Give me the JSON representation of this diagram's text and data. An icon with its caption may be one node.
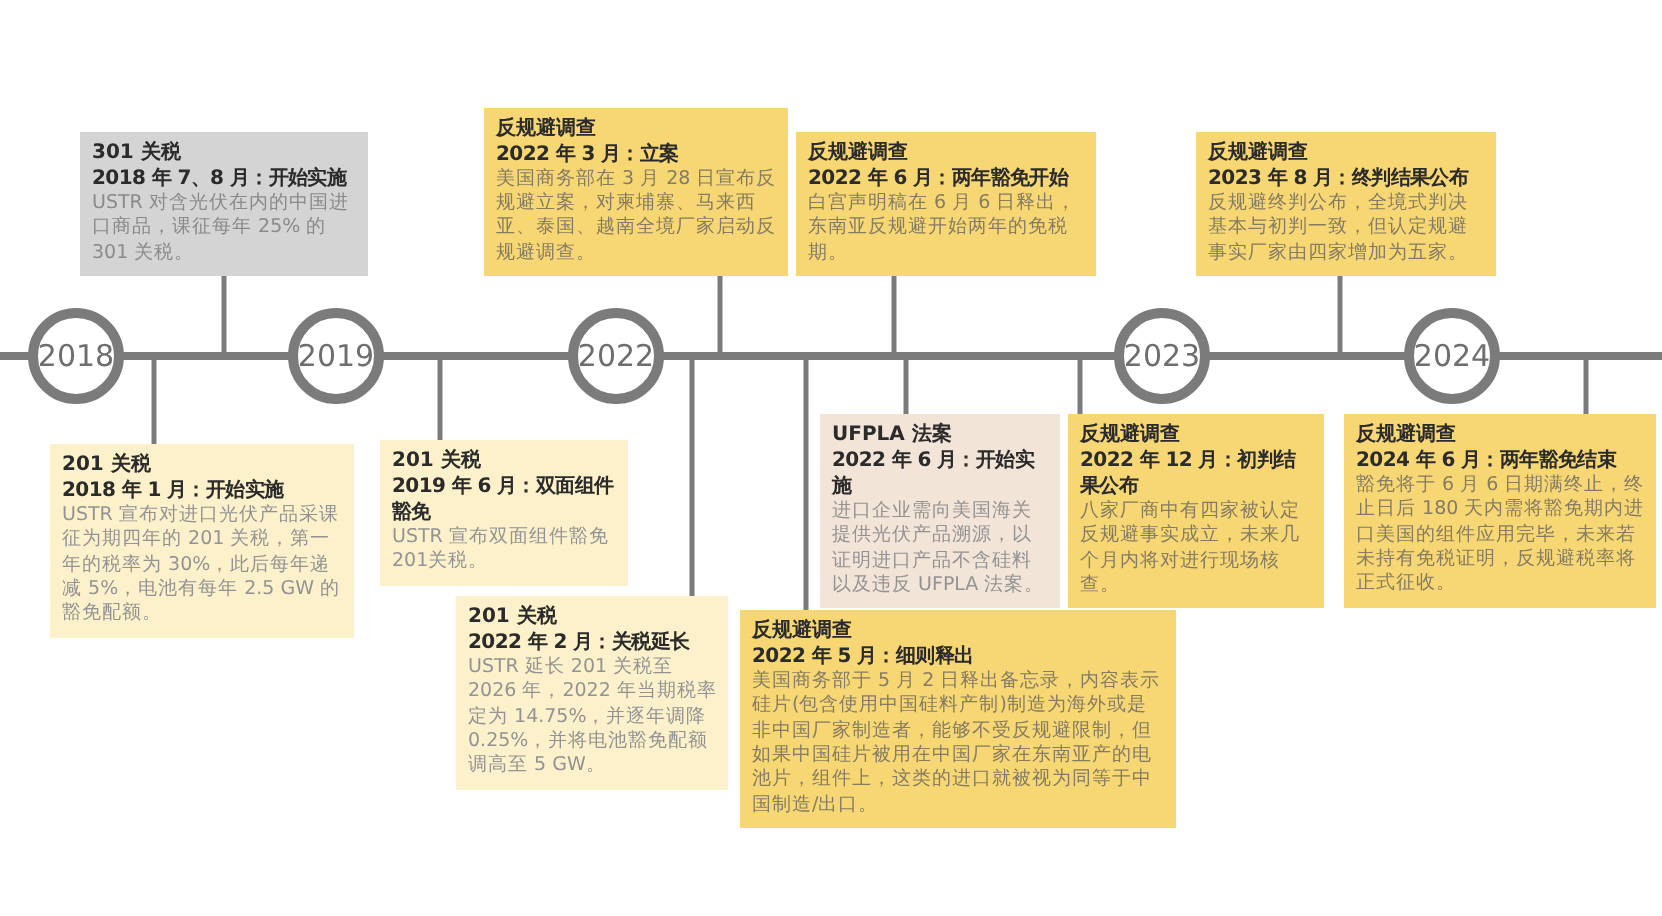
{
  "diagram": {
    "nodes": [
      {
        "text": [
          "2018"
        ]
      },
      {
        "text": [
          "2019"
        ]
      },
      {
        "text": [
          "2022"
        ]
      },
      {
        "text": [
          "2023"
        ]
      },
      {
        "text": [
          "2024"
        ]
      },
      {
        "text": [
          "301 关税",
          "2018 年 7、8 月：开始实施",
          "USTR 对含光伏在内的中国进口商品，课征每年 25% 的 301 关税。"
        ]
      },
      {
        "text": [
          "201 关税",
          "2018 年 1 月：开始实施",
          "USTR 宣布对进口光伏产品采课征为期四年的 201 关税，第一年的税率为 30%，此后每年递减 5%，电池有每年 2.5 GW 的豁免配额。"
        ]
      },
      {
        "text": [
          "201 关税",
          "2019 年 6 月：双面组件豁免",
          "USTR 宣布双面组件豁免 201关税。"
        ]
      },
      {
        "text": [
          "201 关税",
          "2022 年 2 月：关税延长",
          "USTR 延长 201 关税至 2026 年，2022 年当期税率定为 14.75%，并逐年调降 0.25%，并将电池豁免配额调高至 5 GW。"
        ]
      },
      {
        "text": [
          "反规避调查",
          "2022 年 3 月：立案",
          "美国商务部在 3 月 28 日宣布反规避立案，对柬埔寨、马来西亚、泰国、越南全境厂家启动反规避调查。"
        ]
      },
      {
        "text": [
          "反规避调查",
          "2022 年 5 月：细则释出",
          "美国商务部于 5 月 2 日释出备忘录，内容表示硅片(包含使用中国硅料产制)制造为海外或是非中国厂家制造者，能够不受反规避限制，但如果中国硅片被用在中国厂家在东南亚产的电池片，组件上，这类的进口就被视为同等于中国制造/出口。"
        ]
      },
      {
        "text": [
          "UFPLA 法案",
          "2022 年 6 月：开始实施",
          "进口企业需向美国海关提供光伏产品溯源，以证明进口产品不含硅料以及违反 UFPLA 法案。"
        ]
      },
      {
        "text": [
          "反规避调查",
          "2022 年 6 月：两年豁免开始",
          "白宫声明稿在 6 月 6 日释出，东南亚反规避开始两年的免税期。"
        ]
      },
      {
        "text": [
          "反规避调查",
          "2022 年 12 月：初判结果公布",
          "八家厂商中有四家被认定反规避事实成立，未来几个月内将对进行现场核查。"
        ]
      },
      {
        "text": [
          "反规避调查",
          "2023 年 8 月：终判结果公布",
          "反规避终判公布，全境式判决基本与初判一致，但认定规避事实厂家由四家增加为五家。"
        ]
      },
      {
        "text": [
          "反规避调查",
          "2024 年 6 月：两年豁免结束",
          "豁免将于 6 月 6 日期满终止，终止日后 180 天内需将豁免期内进口美国的组件应用完毕，未来若未持有免税证明，反规避税率将正式征收。"
        ]
      }
    ],
    "edges": [
      {
        "from": null,
        "to": 0,
        "arrow": "none"
      },
      {
        "from": 0,
        "to": 1,
        "arrow": "none"
      },
      {
        "from": 1,
        "to": 2,
        "arrow": "none"
      },
      {
        "from": 2,
        "to": 3,
        "arrow": "none"
      },
      {
        "from": 3,
        "to": 4,
        "arrow": "none"
      },
      {
        "from": 4,
        "to": null,
        "arrow": "none"
      },
      {
        "from": 5,
        "to": null,
        "arrow": "none"
      },
      {
        "from": 6,
        "to": null,
        "arrow": "none"
      },
      {
        "from": 7,
        "to": null,
        "arrow": "none"
      },
      {
        "from": 8,
        "to": null,
        "arrow": "none"
      },
      {
        "from": 9,
        "to": null,
        "arrow": "none"
      },
      {
        "from": 10,
        "to": null,
        "arrow": "none"
      },
      {
        "from": 11,
        "to": null,
        "arrow": "none"
      },
      {
        "from": 12,
        "to": null,
        "arrow": "none"
      },
      {
        "from": 13,
        "to": null,
        "arrow": "none"
      },
      {
        "from": 14,
        "to": null,
        "arrow": "none"
      },
      {
        "from": 15,
        "to": null,
        "arrow": "none"
      }
    ]
  }
}
